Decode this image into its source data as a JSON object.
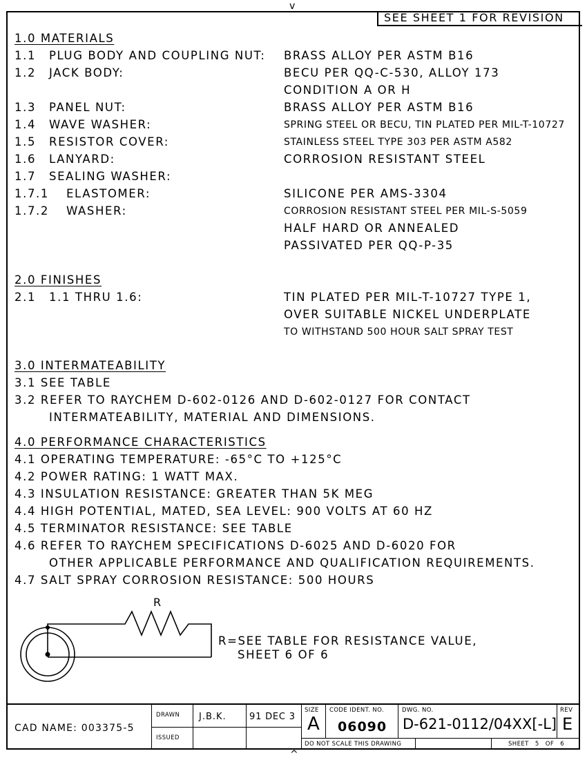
{
  "revision_note": "SEE SHEET 1 FOR REVISION",
  "materials": {
    "heading": "1.0 MATERIALS",
    "items": [
      {
        "num": "1.1",
        "label": "PLUG BODY AND COUPLING NUT:",
        "value": "BRASS ALLOY PER ASTM B16"
      },
      {
        "num": "1.2",
        "label": "JACK BODY:",
        "value": "BECU PER QQ-C-530, ALLOY 173"
      },
      {
        "value": "CONDITION A OR H"
      },
      {
        "num": "1.3",
        "label": "PANEL NUT:",
        "value": "BRASS ALLOY PER ASTM B16"
      },
      {
        "num": "1.4",
        "label": "WAVE WASHER:",
        "value": "SPRING STEEL OR BECU, TIN PLATED PER MIL-T-10727"
      },
      {
        "num": "1.5",
        "label": "RESISTOR COVER:",
        "value": "STAINLESS STEEL TYPE 303 PER ASTM A582"
      },
      {
        "num": "1.6",
        "label": "LANYARD:",
        "value": "CORROSION RESISTANT STEEL"
      },
      {
        "num": "1.7",
        "label": "SEALING WASHER:"
      },
      {
        "num": "1.7.1",
        "label": "ELASTOMER:",
        "value": "SILICONE PER AMS-3304"
      },
      {
        "num": "1.7.2",
        "label": "WASHER:",
        "value": "CORROSION RESISTANT STEEL PER MIL-S-5059"
      },
      {
        "value": "HALF HARD OR ANNEALED"
      },
      {
        "value": "PASSIVATED PER QQ-P-35"
      }
    ]
  },
  "finishes": {
    "heading": "2.0 FINISHES",
    "num": "2.1",
    "label": "1.1 THRU 1.6:",
    "lines": [
      "TIN PLATED PER MIL-T-10727 TYPE 1,",
      "OVER SUITABLE NICKEL UNDERPLATE",
      "TO WITHSTAND 500 HOUR SALT SPRAY TEST"
    ]
  },
  "intermateability": {
    "heading": "3.0 INTERMATEABILITY",
    "lines": [
      "3.1 SEE TABLE",
      "3.2 REFER TO RAYCHEM D-602-0126 AND D-602-0127 FOR CONTACT",
      "INTERMATEABILITY, MATERIAL AND DIMENSIONS."
    ]
  },
  "performance": {
    "heading": "4.0 PERFORMANCE CHARACTERISTICS",
    "lines": [
      "4.1 OPERATING TEMPERATURE: -65°C TO +125°C",
      "4.2 POWER RATING: 1 WATT MAX.",
      "4.3 INSULATION RESISTANCE: GREATER THAN 5K MEG",
      "4.4 HIGH POTENTIAL, MATED, SEA LEVEL: 900 VOLTS AT 60 HZ",
      "4.5 TERMINATOR RESISTANCE: SEE TABLE",
      "4.6 REFER TO RAYCHEM SPECIFICATIONS D-6025 AND D-6020 FOR",
      "OTHER APPLICABLE PERFORMANCE AND QUALIFICATION REQUIREMENTS.",
      "4.7 SALT SPRAY CORROSION RESISTANCE: 500 HOURS"
    ]
  },
  "schematic": {
    "resistor_label": "R",
    "note_line1": "R=SEE TABLE FOR RESISTANCE VALUE,",
    "note_line2": "SHEET 6 OF 6"
  },
  "title_block": {
    "cad_name": "CAD NAME: 003375-5",
    "drawn_label": "DRAWN",
    "drawn_by": "J.B.K.",
    "drawn_date": "91 DEC 3",
    "issued_label": "ISSUED",
    "size_label": "SIZE",
    "size": "A",
    "code_ident_label": "CODE IDENT. NO.",
    "code_ident": "06090",
    "dwg_no_label": "DWG. NO.",
    "dwg_no": "D-621-0112/04XX[-L]",
    "rev_label": "REV",
    "rev": "E",
    "scale_note": "DO NOT SCALE THIS DRAWING",
    "sheet": "SHEET 5 OF 6"
  }
}
